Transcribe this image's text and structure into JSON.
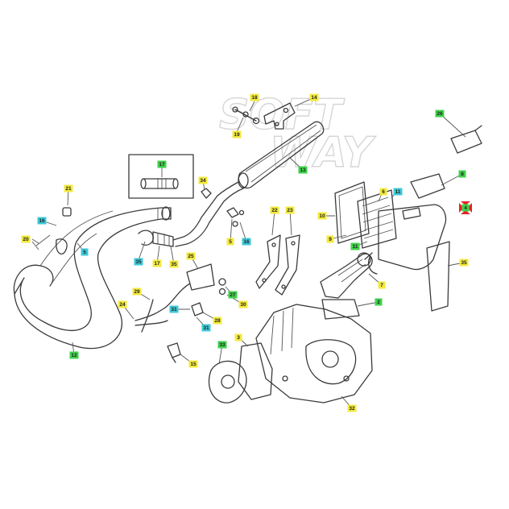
{
  "watermark": {
    "line1": "SOFT",
    "line2": "WAY"
  },
  "colors": {
    "yellow": "#f3ea3c",
    "green": "#3fd24a",
    "cyan": "#3ec9d8",
    "red": "#e52222",
    "line": "#3a3a3a"
  },
  "labels": [
    {
      "text": "18",
      "color": "yellow"
    },
    {
      "text": "19",
      "color": "yellow"
    },
    {
      "text": "14",
      "color": "yellow"
    },
    {
      "text": "26",
      "color": "green"
    },
    {
      "text": "13",
      "color": "green"
    },
    {
      "text": "17",
      "color": "green"
    },
    {
      "text": "34",
      "color": "yellow"
    },
    {
      "text": "21",
      "color": "yellow"
    },
    {
      "text": "16",
      "color": "cyan"
    },
    {
      "text": "20",
      "color": "yellow"
    },
    {
      "text": "5",
      "color": "cyan"
    },
    {
      "text": "35",
      "color": "cyan"
    },
    {
      "text": "17",
      "color": "yellow"
    },
    {
      "text": "35",
      "color": "yellow"
    },
    {
      "text": "5",
      "color": "yellow"
    },
    {
      "text": "16",
      "color": "cyan"
    },
    {
      "text": "22",
      "color": "yellow"
    },
    {
      "text": "23",
      "color": "yellow"
    },
    {
      "text": "8",
      "color": "green"
    },
    {
      "text": "6",
      "color": "yellow"
    },
    {
      "text": "11",
      "color": "cyan"
    },
    {
      "text": "10",
      "color": "yellow"
    },
    {
      "text": "9",
      "color": "yellow"
    },
    {
      "text": "11",
      "color": "green"
    },
    {
      "text": "4",
      "color": "green"
    },
    {
      "text": "25",
      "color": "yellow"
    },
    {
      "text": "27",
      "color": "green"
    },
    {
      "text": "30",
      "color": "yellow"
    },
    {
      "text": "29",
      "color": "yellow"
    },
    {
      "text": "24",
      "color": "yellow"
    },
    {
      "text": "28",
      "color": "yellow"
    },
    {
      "text": "31",
      "color": "cyan"
    },
    {
      "text": "31",
      "color": "cyan"
    },
    {
      "text": "7",
      "color": "yellow"
    },
    {
      "text": "2",
      "color": "green"
    },
    {
      "text": "35",
      "color": "yellow"
    },
    {
      "text": "3",
      "color": "yellow"
    },
    {
      "text": "33",
      "color": "green"
    },
    {
      "text": "15",
      "color": "yellow"
    },
    {
      "text": "12",
      "color": "green"
    },
    {
      "text": "32",
      "color": "yellow"
    }
  ]
}
